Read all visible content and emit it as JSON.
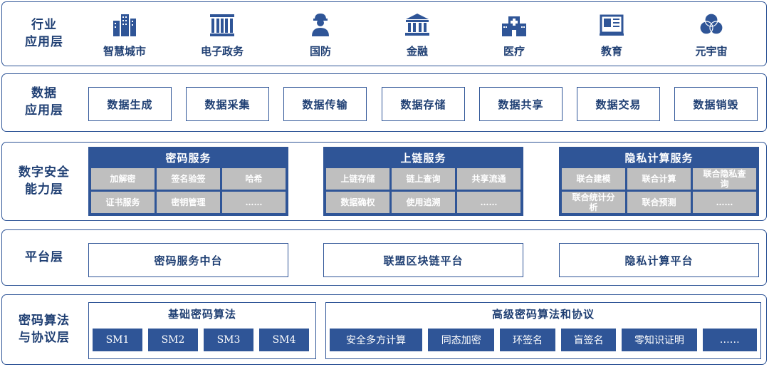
{
  "layers": {
    "industry": {
      "label_lines": [
        "行业",
        "应用层"
      ],
      "items": [
        {
          "label": "智慧城市",
          "icon": "city-buildings-icon"
        },
        {
          "label": "电子政务",
          "icon": "government-building-icon"
        },
        {
          "label": "国防",
          "icon": "soldier-icon"
        },
        {
          "label": "金融",
          "icon": "bank-icon"
        },
        {
          "label": "医疗",
          "icon": "hospital-icon"
        },
        {
          "label": "教育",
          "icon": "book-icon"
        },
        {
          "label": "元宇宙",
          "icon": "metaverse-circles-icon"
        }
      ]
    },
    "data_app": {
      "label_lines": [
        "数据",
        "应用层"
      ],
      "items": [
        "数据生成",
        "数据采集",
        "数据传输",
        "数据存储",
        "数据共享",
        "数据交易",
        "数据销毁"
      ]
    },
    "security": {
      "label_lines": [
        "数字安全",
        "能力层"
      ],
      "services": [
        {
          "title": "密码服务",
          "cells": [
            "加解密",
            "签名验签",
            "哈希",
            "证书服务",
            "密钥管理",
            "……"
          ]
        },
        {
          "title": "上链服务",
          "cells": [
            "上链存储",
            "链上查询",
            "共享流通",
            "数据确权",
            "使用追溯",
            "……"
          ]
        },
        {
          "title": "隐私计算服务",
          "cells": [
            "联合建模",
            "联合计算",
            "联合隐私查询",
            "联合统计分析",
            "联合预测",
            "……"
          ]
        }
      ]
    },
    "platform": {
      "label_lines": [
        "平台层"
      ],
      "items": [
        "密码服务中台",
        "联盟区块链平台",
        "隐私计算平台"
      ]
    },
    "crypto": {
      "label_lines": [
        "密码算法",
        "与协议层"
      ],
      "basic": {
        "title": "基础密码算法",
        "items": [
          "SM1",
          "SM2",
          "SM3",
          "SM4"
        ]
      },
      "advanced": {
        "title": "高级密码算法和协议",
        "items": [
          "安全多方计算",
          "同态加密",
          "环签名",
          "盲签名",
          "零知识证明",
          "……"
        ]
      }
    }
  },
  "colors": {
    "primary": "#2f5597",
    "cell_gray": "#bfbfbf",
    "text_dark": "#1f3f73"
  }
}
